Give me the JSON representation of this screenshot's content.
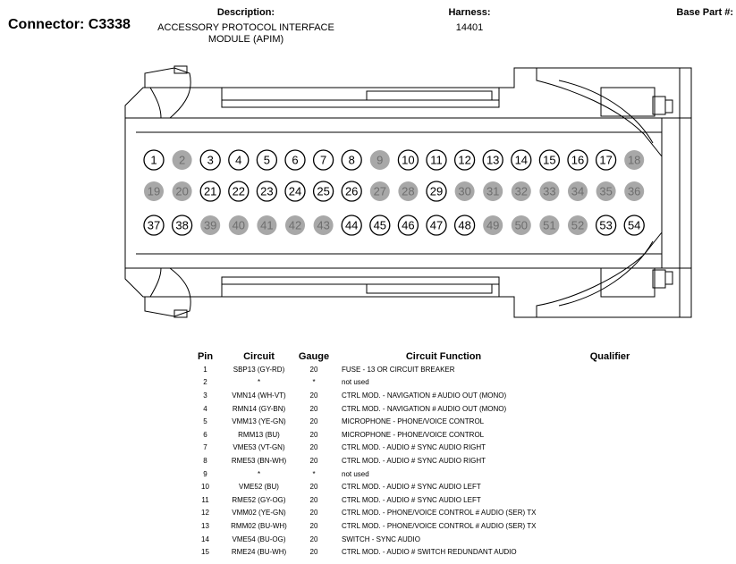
{
  "header": {
    "connector_label": "Connector: C3338",
    "description_label": "Description:",
    "description_value_line1": "ACCESSORY PROTOCOL INTERFACE",
    "description_value_line2": "MODULE (APIM)",
    "harness_label": "Harness:",
    "harness_value": "14401",
    "base_part_label": "Base Part #:"
  },
  "connector": {
    "rows": [
      [
        "1",
        "2",
        "3",
        "4",
        "5",
        "6",
        "7",
        "8",
        "9",
        "10",
        "11",
        "12",
        "13",
        "14",
        "15",
        "16",
        "17",
        "18"
      ],
      [
        "19",
        "20",
        "21",
        "22",
        "23",
        "24",
        "25",
        "26",
        "27",
        "28",
        "29",
        "30",
        "31",
        "32",
        "33",
        "34",
        "35",
        "36"
      ],
      [
        "37",
        "38",
        "39",
        "40",
        "41",
        "42",
        "43",
        "44",
        "45",
        "46",
        "47",
        "48",
        "49",
        "50",
        "51",
        "52",
        "53",
        "54"
      ]
    ],
    "unused_pins": [
      "2",
      "9",
      "18",
      "19",
      "20",
      "27",
      "28",
      "30",
      "31",
      "32",
      "33",
      "34",
      "35",
      "36",
      "39",
      "40",
      "41",
      "42",
      "43",
      "49",
      "50",
      "51",
      "52"
    ],
    "used_color": "#000000",
    "unused_color": "#a8a8a8"
  },
  "table": {
    "headers": {
      "pin": "Pin",
      "circuit": "Circuit",
      "gauge": "Gauge",
      "function": "Circuit Function",
      "qualifier": "Qualifier"
    },
    "rows": [
      {
        "pin": "1",
        "circuit": "SBP13 (GY-RD)",
        "gauge": "20",
        "function": "FUSE - 13 OR CIRCUIT BREAKER",
        "qualifier": ""
      },
      {
        "pin": "2",
        "circuit": "*",
        "gauge": "*",
        "function": "not used",
        "qualifier": ""
      },
      {
        "pin": "3",
        "circuit": "VMN14 (WH-VT)",
        "gauge": "20",
        "function": "CTRL MOD. - NAVIGATION # AUDIO OUT (MONO)",
        "qualifier": ""
      },
      {
        "pin": "4",
        "circuit": "RMN14 (GY-BN)",
        "gauge": "20",
        "function": "CTRL MOD. - NAVIGATION # AUDIO OUT (MONO)",
        "qualifier": ""
      },
      {
        "pin": "5",
        "circuit": "VMM13 (YE-GN)",
        "gauge": "20",
        "function": "MICROPHONE - PHONE/VOICE CONTROL",
        "qualifier": ""
      },
      {
        "pin": "6",
        "circuit": "RMM13 (BU)",
        "gauge": "20",
        "function": "MICROPHONE - PHONE/VOICE CONTROL",
        "qualifier": ""
      },
      {
        "pin": "7",
        "circuit": "VME53 (VT-GN)",
        "gauge": "20",
        "function": "CTRL MOD. - AUDIO # SYNC AUDIO RIGHT",
        "qualifier": ""
      },
      {
        "pin": "8",
        "circuit": "RME53 (BN-WH)",
        "gauge": "20",
        "function": "CTRL MOD. - AUDIO # SYNC AUDIO RIGHT",
        "qualifier": ""
      },
      {
        "pin": "9",
        "circuit": "*",
        "gauge": "*",
        "function": "not used",
        "qualifier": ""
      },
      {
        "pin": "10",
        "circuit": "VME52 (BU)",
        "gauge": "20",
        "function": "CTRL MOD. - AUDIO # SYNC AUDIO LEFT",
        "qualifier": ""
      },
      {
        "pin": "11",
        "circuit": "RME52 (GY-OG)",
        "gauge": "20",
        "function": "CTRL MOD. - AUDIO # SYNC AUDIO LEFT",
        "qualifier": ""
      },
      {
        "pin": "12",
        "circuit": "VMM02 (YE-GN)",
        "gauge": "20",
        "function": "CTRL MOD. - PHONE/VOICE CONTROL # AUDIO (SER) TX",
        "qualifier": ""
      },
      {
        "pin": "13",
        "circuit": "RMM02 (BU-WH)",
        "gauge": "20",
        "function": "CTRL MOD. - PHONE/VOICE CONTROL # AUDIO (SER) TX",
        "qualifier": ""
      },
      {
        "pin": "14",
        "circuit": "VME54 (BU-OG)",
        "gauge": "20",
        "function": "SWITCH - SYNC AUDIO",
        "qualifier": ""
      },
      {
        "pin": "15",
        "circuit": "RME24 (BU-WH)",
        "gauge": "20",
        "function": "CTRL MOD. - AUDIO # SWITCH REDUNDANT AUDIO",
        "qualifier": ""
      }
    ]
  }
}
